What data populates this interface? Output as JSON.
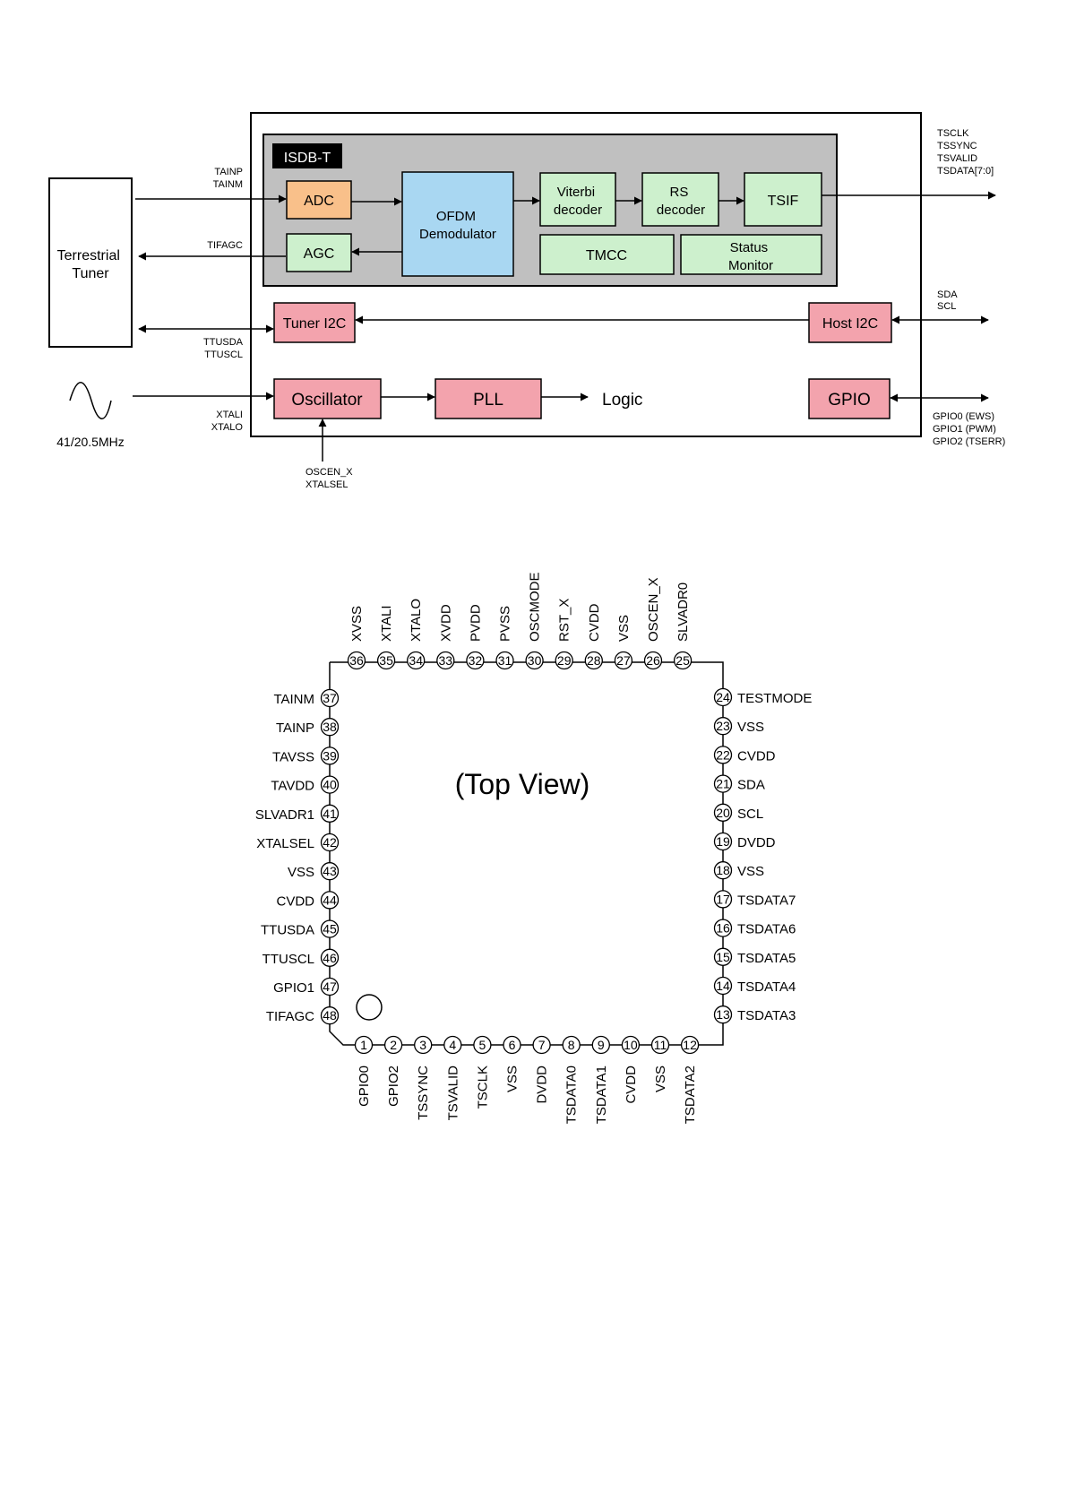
{
  "block": {
    "isdb_label": "ISDB-T",
    "tuner_lines": [
      "Terrestrial",
      "Tuner"
    ],
    "adc": "ADC",
    "agc": "AGC",
    "ofdm_lines": [
      "OFDM",
      "Demodulator"
    ],
    "viterbi_lines": [
      "Viterbi",
      "decoder"
    ],
    "rs_lines": [
      "RS",
      "decoder"
    ],
    "tsif": "TSIF",
    "tmcc": "TMCC",
    "status_lines": [
      "Status",
      "Monitor"
    ],
    "tuner_i2c": "Tuner I2C",
    "host_i2c": "Host I2C",
    "oscillator": "Oscillator",
    "pll": "PLL",
    "logic": "Logic",
    "gpio": "GPIO",
    "freq": "41/20.5MHz",
    "sig_tainp": "TAINP",
    "sig_tainm": "TAINM",
    "sig_tifagc": "TIFAGC",
    "sig_ttusda": "TTUSDA",
    "sig_ttuscl": "TTUSCL",
    "sig_xtali": "XTALI",
    "sig_xtalo": "XTALO",
    "sig_oscen": "OSCEN_X",
    "sig_xtalsel": "XTALSEL",
    "ts_out": [
      "TSCLK",
      "TSSYNC",
      "TSVALID",
      "TSDATA[7:0]"
    ],
    "host_sig": [
      "SDA",
      "SCL"
    ],
    "gpio_sig": [
      "GPIO0 (EWS)",
      "GPIO1 (PWM)",
      "GPIO2 (TSERR)"
    ],
    "colors": {
      "isdb_bg": "#c0c0c0",
      "adc": "#f9c08a",
      "ofdm": "#a9d7f2",
      "green": "#cdf0cd",
      "pink": "#f3a3ad",
      "isdb_tag": "#000000"
    }
  },
  "pinout": {
    "view_label": "(Top View)",
    "bottom": [
      {
        "num": "1",
        "name": "GPIO0"
      },
      {
        "num": "2",
        "name": "GPIO2"
      },
      {
        "num": "3",
        "name": "TSSYNC"
      },
      {
        "num": "4",
        "name": "TSVALID"
      },
      {
        "num": "5",
        "name": "TSCLK"
      },
      {
        "num": "6",
        "name": "VSS"
      },
      {
        "num": "7",
        "name": "DVDD"
      },
      {
        "num": "8",
        "name": "TSDATA0"
      },
      {
        "num": "9",
        "name": "TSDATA1"
      },
      {
        "num": "10",
        "name": "CVDD"
      },
      {
        "num": "11",
        "name": "VSS"
      },
      {
        "num": "12",
        "name": "TSDATA2"
      }
    ],
    "right": [
      {
        "num": "24",
        "name": "TESTMODE"
      },
      {
        "num": "23",
        "name": "VSS"
      },
      {
        "num": "22",
        "name": "CVDD"
      },
      {
        "num": "21",
        "name": "SDA"
      },
      {
        "num": "20",
        "name": "SCL"
      },
      {
        "num": "19",
        "name": "DVDD"
      },
      {
        "num": "18",
        "name": "VSS"
      },
      {
        "num": "17",
        "name": "TSDATA7"
      },
      {
        "num": "16",
        "name": "TSDATA6"
      },
      {
        "num": "15",
        "name": "TSDATA5"
      },
      {
        "num": "14",
        "name": "TSDATA4"
      },
      {
        "num": "13",
        "name": "TSDATA3"
      }
    ],
    "top": [
      {
        "num": "36",
        "name": "XVSS"
      },
      {
        "num": "35",
        "name": "XTALI"
      },
      {
        "num": "34",
        "name": "XTALO"
      },
      {
        "num": "33",
        "name": "XVDD"
      },
      {
        "num": "32",
        "name": "PVDD"
      },
      {
        "num": "31",
        "name": "PVSS"
      },
      {
        "num": "30",
        "name": "OSCMODE"
      },
      {
        "num": "29",
        "name": "RST_X"
      },
      {
        "num": "28",
        "name": "CVDD"
      },
      {
        "num": "27",
        "name": "VSS"
      },
      {
        "num": "26",
        "name": "OSCEN_X"
      },
      {
        "num": "25",
        "name": "SLVADR0"
      }
    ],
    "left": [
      {
        "num": "37",
        "name": "TAINM"
      },
      {
        "num": "38",
        "name": "TAINP"
      },
      {
        "num": "39",
        "name": "TAVSS"
      },
      {
        "num": "40",
        "name": "TAVDD"
      },
      {
        "num": "41",
        "name": "SLVADR1"
      },
      {
        "num": "42",
        "name": "XTALSEL"
      },
      {
        "num": "43",
        "name": "VSS"
      },
      {
        "num": "44",
        "name": "CVDD"
      },
      {
        "num": "45",
        "name": "TTUSDA"
      },
      {
        "num": "46",
        "name": "TTUSCL"
      },
      {
        "num": "47",
        "name": "GPIO1"
      },
      {
        "num": "48",
        "name": "TIFAGC"
      }
    ]
  }
}
